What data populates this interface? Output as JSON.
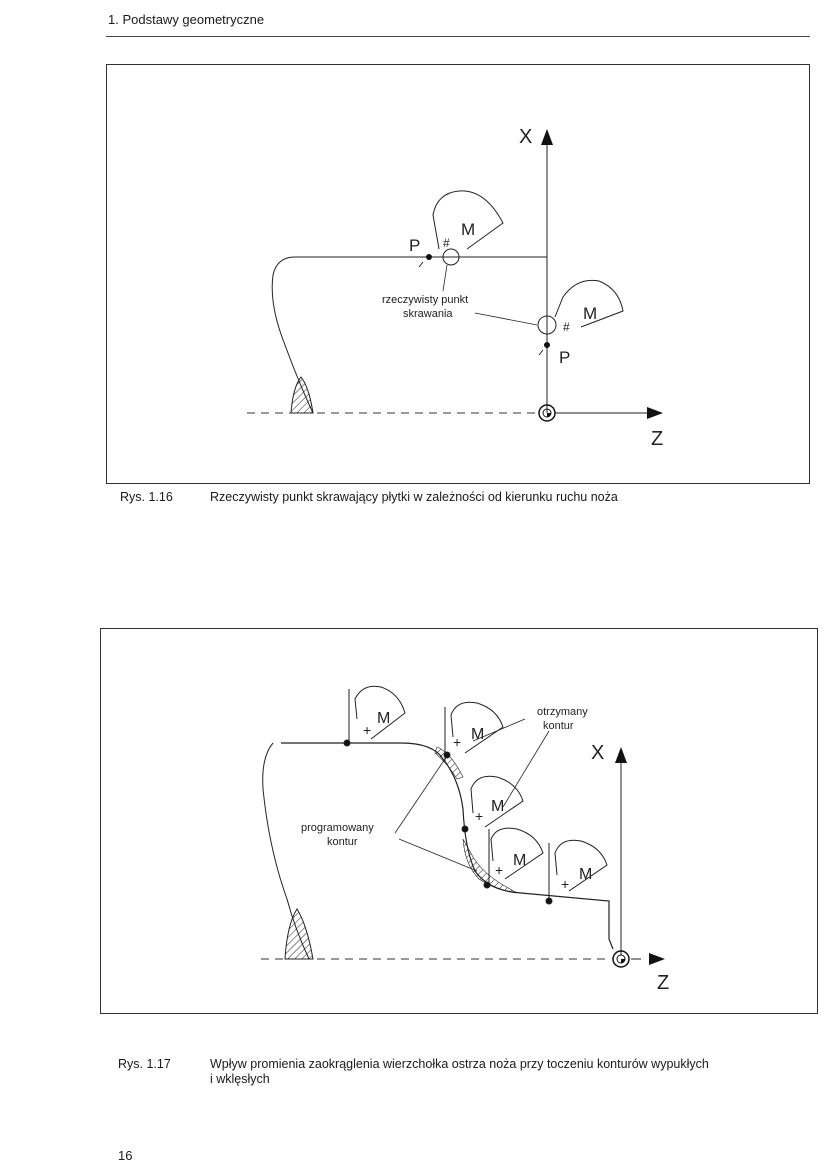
{
  "header": {
    "title": "1. Podstawy geometryczne"
  },
  "figure1": {
    "number": "Rys. 1.16",
    "caption": "Rzeczywisty punkt skrawający płytki w zależności od kierunku ruchu noża",
    "labels": {
      "axis_x": "X",
      "axis_z": "Z",
      "m_top": "M",
      "m_right": "M",
      "p_top": "P",
      "p_right": "P",
      "real_point_line1": "rzeczywisty punkt",
      "real_point_line2": "skrawania"
    }
  },
  "figure2": {
    "number": "Rys. 1.17",
    "caption_line1": "Wpływ promienia zaokrąglenia wierzchołka ostrza noża przy toczeniu konturów wypukłych",
    "caption_line2": "i wklęsłych",
    "labels": {
      "axis_x": "X",
      "axis_z": "Z",
      "m1": "M",
      "m2": "M",
      "m3": "M",
      "m4": "M",
      "m5": "M",
      "obtained_line1": "otrzymany",
      "obtained_line2": "kontur",
      "programmed_line1": "programowany",
      "programmed_line2": "kontur"
    }
  },
  "footer": {
    "page_number": "16"
  }
}
